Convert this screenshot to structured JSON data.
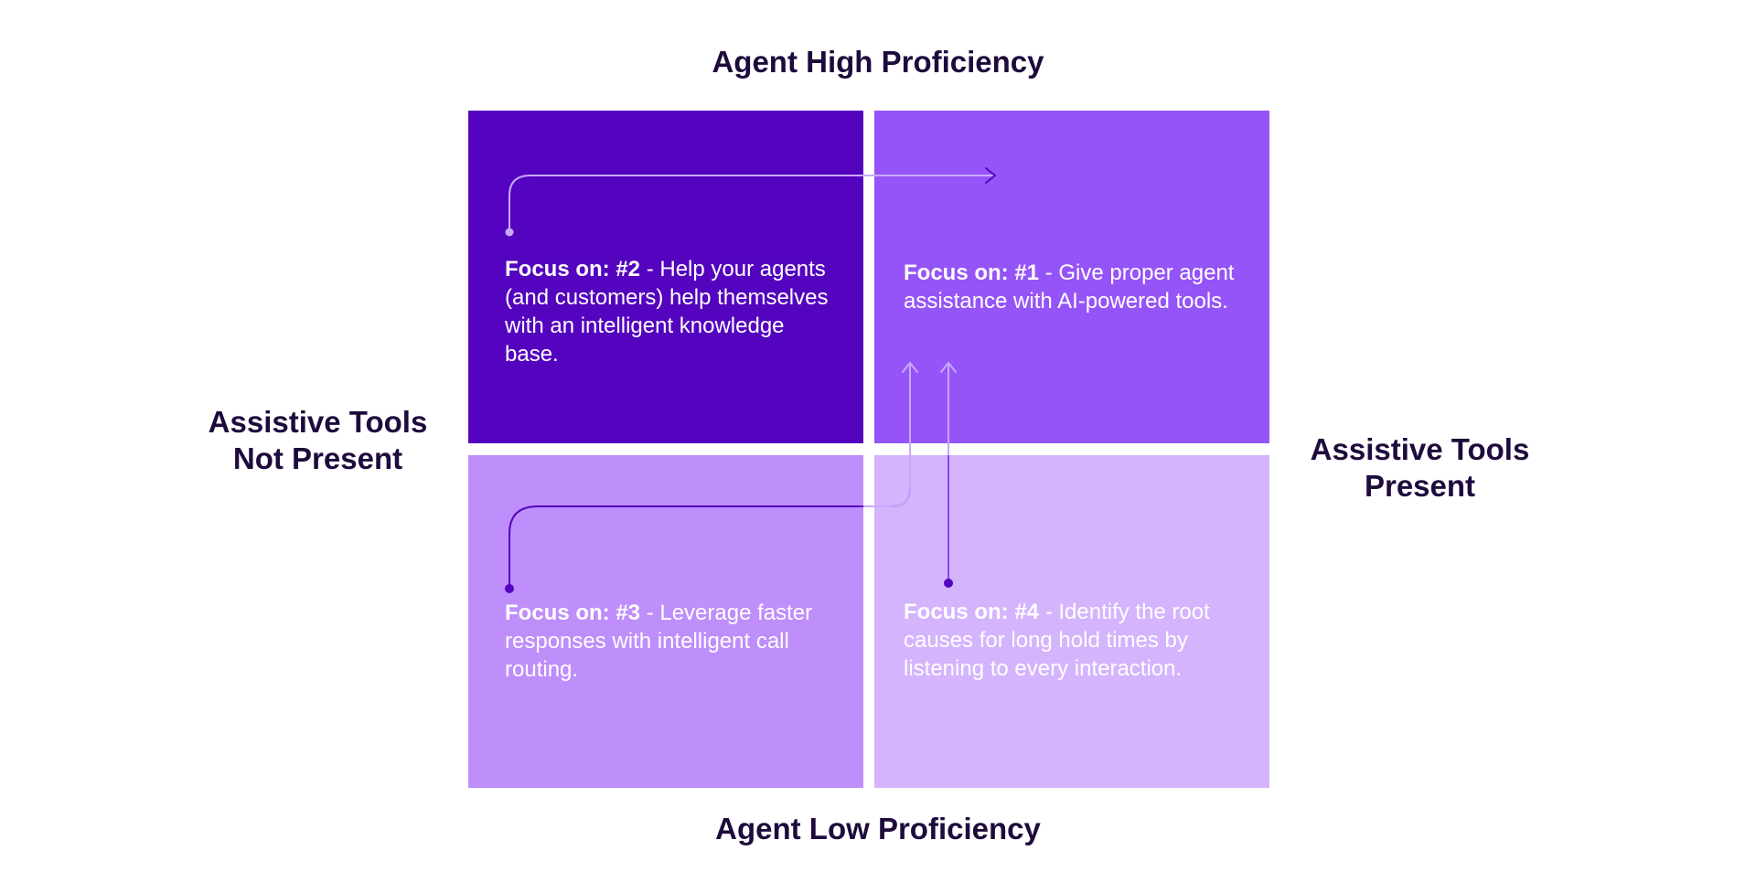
{
  "axes": {
    "top": "Agent High Proficiency",
    "bottom": "Agent Low Proficiency",
    "left_line1": "Assistive Tools",
    "left_line2": "Not Present",
    "right_line1": "Assistive Tools",
    "right_line2": "Present"
  },
  "quadrants": {
    "top_left": {
      "focus": "Focus on: #2",
      "text": " - Help your agents (and customers) help themselves with an intelligent knowledge base.",
      "color": "#5404bf"
    },
    "top_right": {
      "focus": "Focus on: #1",
      "text": " - Give proper agent assistance with AI-powered tools.",
      "color": "#9554f8"
    },
    "bottom_left": {
      "focus": "Focus on: #3",
      "text": " - Leverage faster responses with intelligent call routing.",
      "color": "#be8efb"
    },
    "bottom_right": {
      "focus": "Focus on: #4",
      "text": " - Identify the root causes for long hold times by listening to every interaction.",
      "color": "#d4b4fd"
    }
  },
  "colors": {
    "heading": "#1e0a3c",
    "arrow_light": "#c9a8fb",
    "arrow_dark": "#5404bf"
  }
}
